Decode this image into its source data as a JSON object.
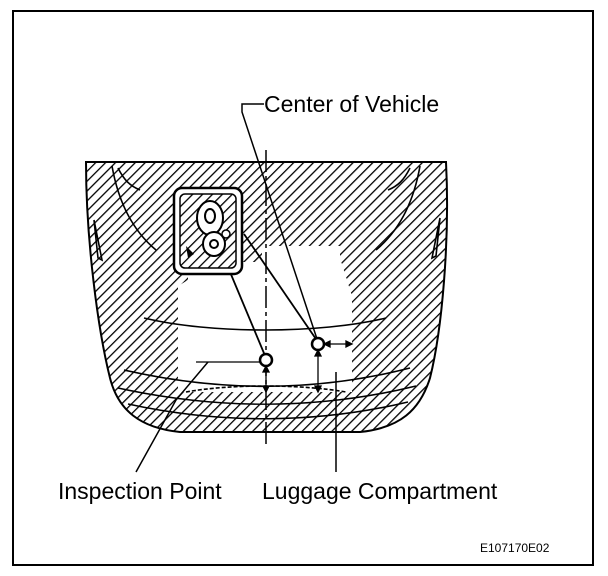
{
  "labels": {
    "center_of_vehicle": "Center of Vehicle",
    "inspection_point": "Inspection Point",
    "luggage_compartment": "Luggage Compartment",
    "figure_code": "E107170E02"
  }
}
